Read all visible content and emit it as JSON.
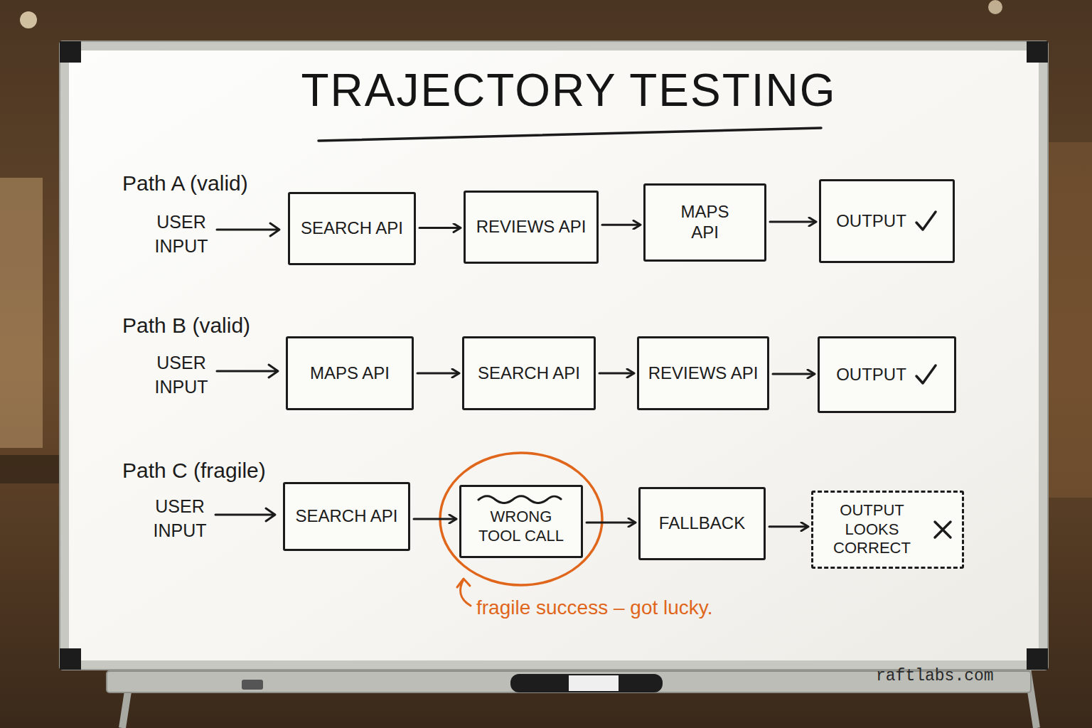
{
  "diagram": {
    "title": "TRAJECTORY TESTING",
    "nodes": [
      {
        "text": [
          "SEARCH API"
        ]
      },
      {
        "text": [
          "REVIEWS API"
        ]
      },
      {
        "text": [
          "MAPS API"
        ]
      },
      {
        "text": [
          "OUTPUT"
        ]
      },
      {
        "text": [
          "MAPS API"
        ]
      },
      {
        "text": [
          "SEARCH API"
        ]
      },
      {
        "text": [
          "REVIEWS API"
        ]
      },
      {
        "text": [
          "OUTPUT"
        ]
      },
      {
        "text": [
          "SEARCH API"
        ]
      },
      {
        "text": [
          "WRONG TOOL CALL"
        ]
      },
      {
        "text": [
          "FALLBACK"
        ]
      },
      {
        "text": [
          "OUTPUT LOOKS CORRECT"
        ]
      }
    ],
    "edges": [
      {
        "from": 0,
        "to": 1,
        "arrow": "to"
      },
      {
        "from": 1,
        "to": 2,
        "arrow": "to"
      },
      {
        "from": 2,
        "to": 3,
        "arrow": "to"
      },
      {
        "from": 4,
        "to": 5,
        "arrow": "to"
      },
      {
        "from": 5,
        "to": 6,
        "arrow": "to"
      },
      {
        "from": 6,
        "to": 7,
        "arrow": "to"
      },
      {
        "from": 8,
        "to": 9,
        "arrow": "to"
      },
      {
        "from": 9,
        "to": 10,
        "arrow": "to"
      },
      {
        "from": 10,
        "to": 11,
        "arrow": "to"
      }
    ],
    "labels": [
      "Path A (valid)",
      "USER INPUT",
      "Path B (valid)",
      "USER INPUT",
      "Path C (fragile)",
      "USER INPUT",
      "fragile success – got lucky.",
      "raftlabs.com"
    ]
  }
}
